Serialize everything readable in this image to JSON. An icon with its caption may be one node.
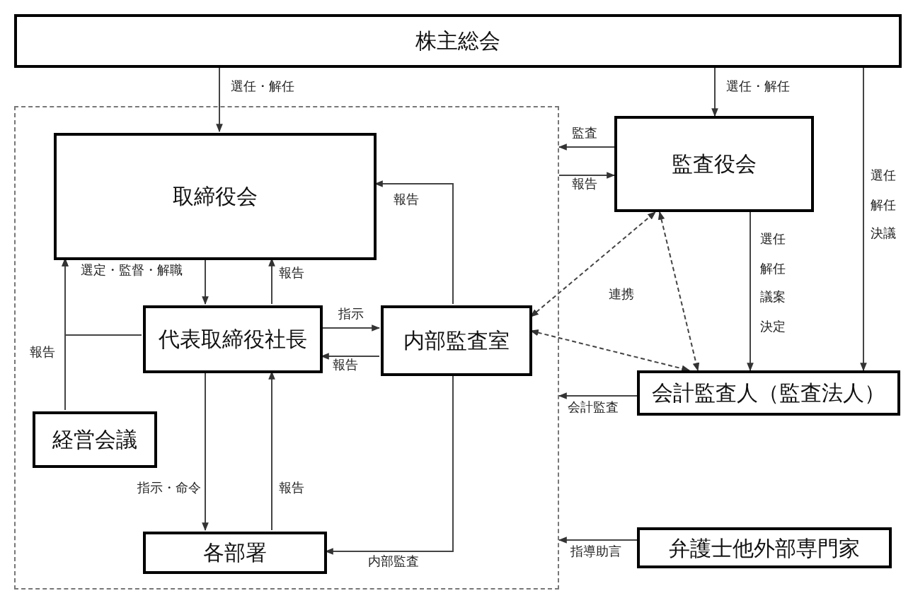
{
  "diagram": {
    "nodes": [
      {
        "text": [
          "株主総会"
        ]
      },
      {
        "text": [],
        "shape": "box"
      },
      {
        "text": [
          "取締役会"
        ],
        "in": 1
      },
      {
        "text": [
          "代表取締役社長"
        ],
        "in": 1
      },
      {
        "text": [
          "内部監査室"
        ],
        "in": 1
      },
      {
        "text": [
          "経営会議"
        ],
        "in": 1
      },
      {
        "text": [
          "各部署"
        ],
        "in": 1
      },
      {
        "text": [
          "監査役会"
        ]
      },
      {
        "text": [
          "会計監査人（監査法人）"
        ]
      },
      {
        "text": [
          "弁護士他外部専門家"
        ]
      }
    ],
    "edges": [
      {
        "from": 0,
        "to": 2,
        "arrow": "to",
        "label": "選任・解任"
      },
      {
        "from": 0,
        "to": 7,
        "arrow": "to",
        "label": "選任・解任"
      },
      {
        "from": 0,
        "to": 8,
        "arrow": "to",
        "label": "選任解任決議"
      },
      {
        "from": 7,
        "to": 1,
        "arrow": "to",
        "label": "監査"
      },
      {
        "from": 1,
        "to": 7,
        "arrow": "to",
        "label": "報告"
      },
      {
        "from": 7,
        "to": 8,
        "arrow": "to",
        "label": "選任解任議案決定"
      },
      {
        "from": 2,
        "to": 3,
        "arrow": "to",
        "label": "選定・監督・解職"
      },
      {
        "from": 3,
        "to": 2,
        "arrow": "to",
        "label": "報告"
      },
      {
        "from": 5,
        "to": 2,
        "arrow": "to",
        "label": "報告"
      },
      {
        "from": 3,
        "to": 2,
        "arrow": "to"
      },
      {
        "from": 4,
        "to": 2,
        "arrow": "to",
        "label": "報告"
      },
      {
        "from": 3,
        "to": 4,
        "arrow": "to",
        "label": "指示"
      },
      {
        "from": 4,
        "to": 3,
        "arrow": "to",
        "label": "報告"
      },
      {
        "from": 3,
        "to": 6,
        "arrow": "to",
        "label": "指示・命令"
      },
      {
        "from": 6,
        "to": 3,
        "arrow": "to",
        "label": "報告"
      },
      {
        "from": 4,
        "to": 6,
        "arrow": "to",
        "label": "内部監査"
      },
      {
        "from": 4,
        "to": 7,
        "arrow": "both",
        "style": "dashed",
        "label": "連携"
      },
      {
        "from": 4,
        "to": 8,
        "arrow": "both",
        "style": "dashed"
      },
      {
        "from": 7,
        "to": 8,
        "arrow": "both",
        "style": "dashed"
      },
      {
        "from": 8,
        "to": 1,
        "arrow": "to",
        "label": "会計監査"
      },
      {
        "from": 9,
        "to": 1,
        "arrow": "to",
        "label": "指導助言"
      }
    ]
  }
}
